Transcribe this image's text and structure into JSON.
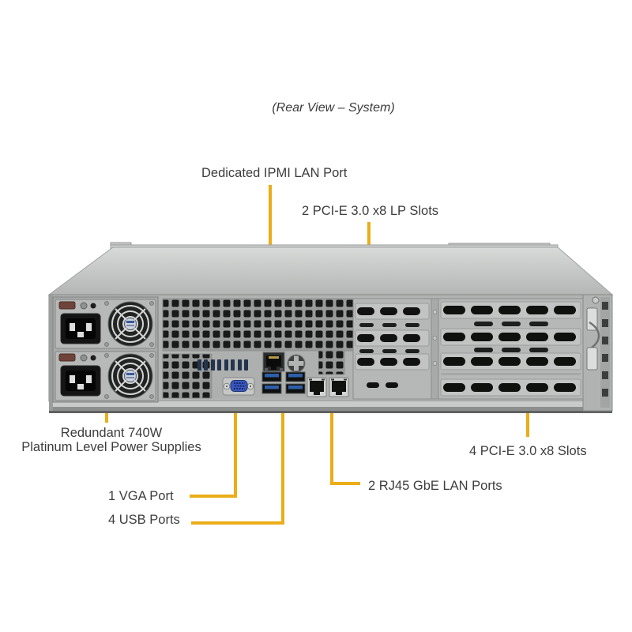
{
  "title": "(Rear View – System)",
  "labels": {
    "ipmi": "Dedicated IPMI LAN Port",
    "lp_slots": "2 PCI-E 3.0 x8 LP Slots",
    "psu_line1": "Redundant 740W",
    "psu_line2": "Platinum Level Power Supplies",
    "vga": "1 VGA Port",
    "usb": "4 USB Ports",
    "rj45": "2 RJ45 GbE LAN Ports",
    "pcie4": "4 PCI-E 3.0 x8 Slots"
  },
  "callouts": [
    {
      "label": "Dedicated IPMI LAN Port",
      "target": "ipmi-lan-port"
    },
    {
      "label": "2 PCI-E 3.0 x8 LP Slots",
      "target": "low-profile-pcie-slot-bay"
    },
    {
      "label": "Redundant 740W Platinum Level Power Supplies",
      "target": "redundant-power-supplies"
    },
    {
      "label": "1 VGA Port",
      "target": "vga-port"
    },
    {
      "label": "4 USB Ports",
      "target": "usb-ports"
    },
    {
      "label": "2 RJ45 GbE LAN Ports",
      "target": "gbe-lan-ports"
    },
    {
      "label": "4 PCI-E 3.0 x8 Slots",
      "target": "full-height-pcie-slot-bay"
    }
  ],
  "colors": {
    "callout_line": "#EBAD18",
    "label_text": "#3d3d3d",
    "chassis_light": "#c9cbca",
    "chassis_mid": "#b1b3b2",
    "vent_dark": "#181a19",
    "usb_blue": "#2e5fa8",
    "vga_blue": "#3a57c0"
  }
}
